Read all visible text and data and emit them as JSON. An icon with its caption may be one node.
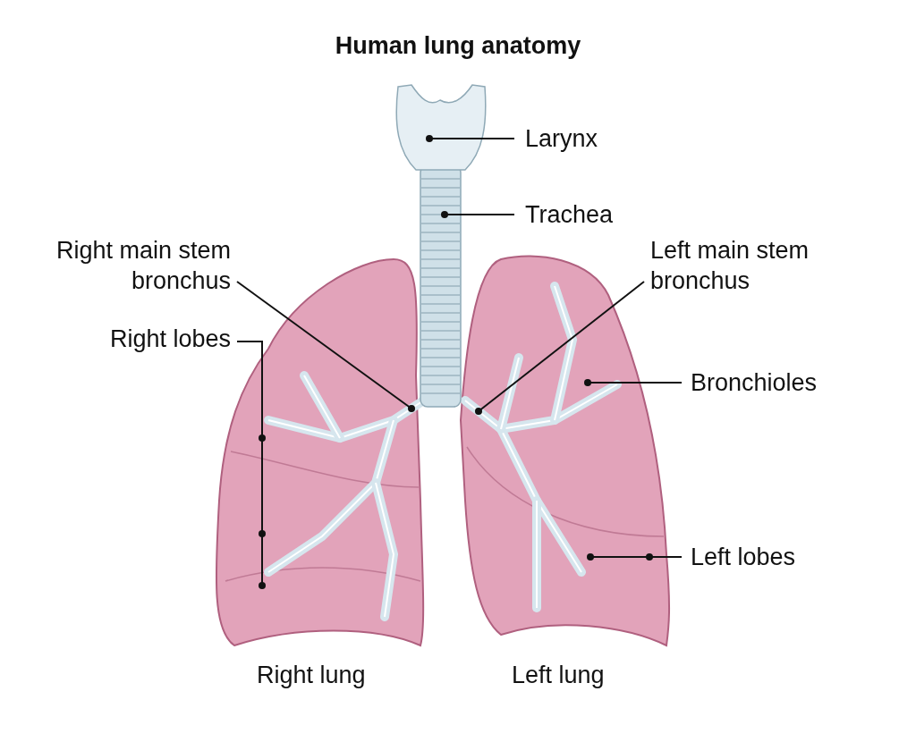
{
  "diagram": {
    "title": "Human lung anatomy",
    "nodes": [
      {
        "text": [
          "Larynx"
        ]
      },
      {
        "text": [
          "Trachea"
        ]
      },
      {
        "text": [
          "Right main stem bronchus"
        ]
      },
      {
        "text": [
          "Left main stem bronchus"
        ]
      },
      {
        "text": [
          "Right lobes"
        ]
      },
      {
        "text": [
          "Bronchioles"
        ]
      },
      {
        "text": [
          "Left lobes"
        ]
      }
    ],
    "edges": [
      {
        "from": 0,
        "to": null,
        "arrow": "other"
      },
      {
        "from": 1,
        "to": null,
        "arrow": "other"
      },
      {
        "from": 2,
        "to": null,
        "arrow": "other"
      },
      {
        "from": 3,
        "to": null,
        "arrow": "other"
      },
      {
        "from": 4,
        "to": null,
        "arrow": "other"
      },
      {
        "from": 4,
        "to": null,
        "arrow": "other"
      },
      {
        "from": 4,
        "to": null,
        "arrow": "other"
      },
      {
        "from": 5,
        "to": null,
        "arrow": "other"
      },
      {
        "from": 6,
        "to": null,
        "arrow": "other"
      },
      {
        "from": 6,
        "to": null,
        "arrow": "other"
      }
    ],
    "labels": [
      "Right lung",
      "Left lung"
    ]
  }
}
